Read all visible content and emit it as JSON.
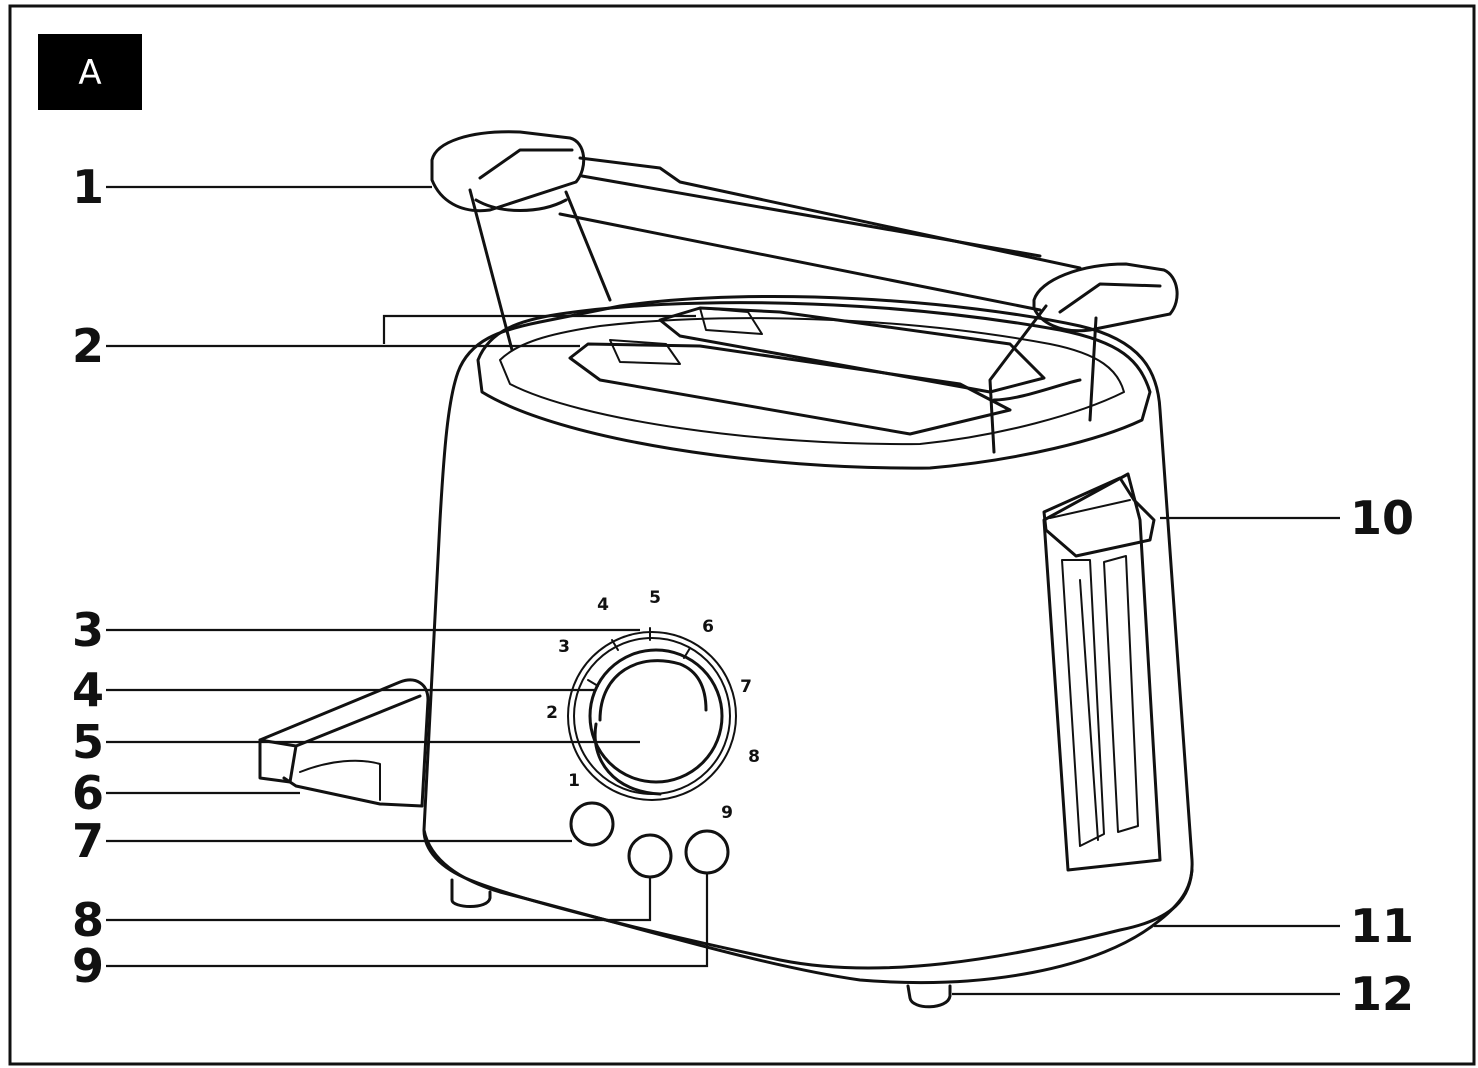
{
  "figure_label": "A",
  "callouts": [
    "1",
    "2",
    "3",
    "4",
    "5",
    "6",
    "7",
    "8",
    "9",
    "10",
    "11",
    "12"
  ],
  "browning_scale": [
    "1",
    "2",
    "3",
    "4",
    "5",
    "6",
    "7",
    "8",
    "9"
  ],
  "colors": {
    "line": "#111111",
    "background": "#ffffff",
    "badge": "#000000"
  }
}
